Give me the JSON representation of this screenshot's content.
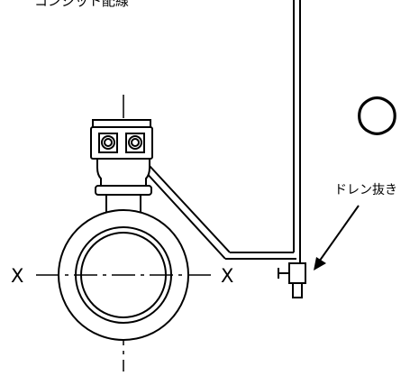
{
  "title": "コンジット配線",
  "axis_labels": {
    "left": "X",
    "right": "X"
  },
  "drain_label": "ドレン抜き",
  "judgement_mark": "○",
  "colors": {
    "line": "#000000",
    "background": "#ffffff"
  }
}
